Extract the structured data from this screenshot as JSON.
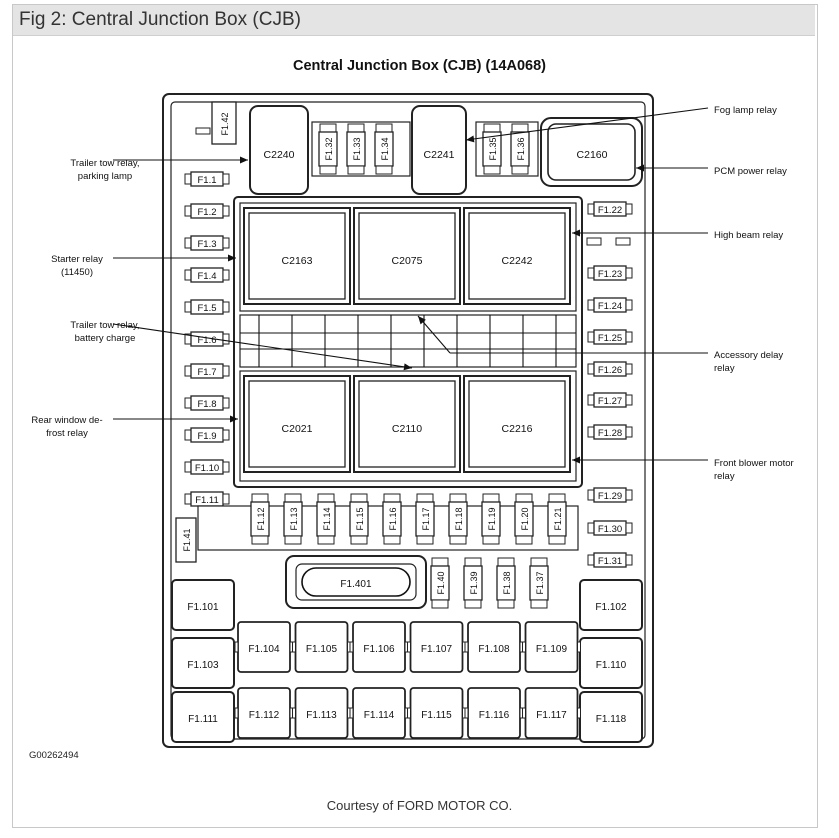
{
  "header": {
    "title": "Fig 2: Central Junction Box (CJB)"
  },
  "diagram_title": "Central Junction Box (CJB) (14A068)",
  "figure_code": "G00262494",
  "credit": "Courtesy of FORD MOTOR CO.",
  "left_callouts": [
    {
      "lines": [
        "Trailer tow relay,",
        "parking lamp"
      ]
    },
    {
      "lines": [
        "Starter relay",
        "(11450)"
      ]
    },
    {
      "lines": [
        "Trailer tow relay,",
        "battery charge"
      ]
    },
    {
      "lines": [
        "Rear window de-",
        "frost relay"
      ]
    }
  ],
  "right_callouts": [
    {
      "lines": [
        "Fog lamp relay"
      ]
    },
    {
      "lines": [
        "PCM power relay"
      ]
    },
    {
      "lines": [
        "High beam relay"
      ]
    },
    {
      "lines": [
        "Accessory delay",
        "relay"
      ]
    },
    {
      "lines": [
        "Front blower motor",
        "relay"
      ]
    }
  ],
  "top_relays": [
    "C2240",
    "C2241",
    "C2160"
  ],
  "top_vertical_fuses_left": [
    "F1.32",
    "F1.33",
    "F1.34"
  ],
  "top_vertical_fuses_right": [
    "F1.35",
    "F1.36"
  ],
  "corner_fuse": "F1.42",
  "big_relays_top": [
    "C2163",
    "C2075",
    "C2242"
  ],
  "big_relays_bottom": [
    "C2021",
    "C2110",
    "C2216"
  ],
  "left_column_fuses": [
    "F1.1",
    "F1.2",
    "F1.3",
    "F1.4",
    "F1.5",
    "F1.6",
    "F1.7",
    "F1.8",
    "F1.9",
    "F1.10",
    "F1.11"
  ],
  "right_column_fuses": [
    "F1.22",
    "F1.23",
    "F1.24",
    "F1.25",
    "F1.26",
    "F1.27",
    "F1.28",
    "F1.29",
    "F1.30",
    "F1.31"
  ],
  "middle_row_fuses": [
    "F1.12",
    "F1.13",
    "F1.14",
    "F1.15",
    "F1.16",
    "F1.17",
    "F1.18",
    "F1.19",
    "F1.20",
    "F1.21"
  ],
  "side_fuse": "F1.41",
  "maxi_fuse": "F1.401",
  "small_fuses_row": [
    "F1.40",
    "F1.39",
    "F1.38",
    "F1.37"
  ],
  "large_fuses_left": [
    "F1.101",
    "F1.103",
    "F1.111"
  ],
  "large_fuses_right": [
    "F1.102",
    "F1.110",
    "F1.118"
  ],
  "cartridge_row_1": [
    "F1.104",
    "F1.105",
    "F1.106",
    "F1.107",
    "F1.108",
    "F1.109"
  ],
  "cartridge_row_2": [
    "F1.112",
    "F1.113",
    "F1.114",
    "F1.115",
    "F1.116",
    "F1.117"
  ]
}
